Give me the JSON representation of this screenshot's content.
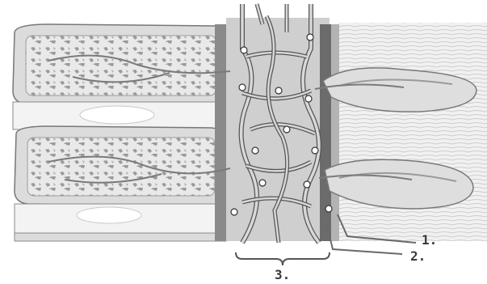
{
  "figure": {
    "labels": {
      "one": "1.",
      "two": "2.",
      "three": "3."
    },
    "colors": {
      "bone": "#e7e7e7",
      "bone_dark": "#bdbdbd",
      "disc": "#f3f3f3",
      "canal": "#cfcfcf",
      "ligament": "#6b6b6b",
      "vessel": "#d2d2d2",
      "vessel_outline": "#555555",
      "label": "#3a3a3a"
    }
  }
}
